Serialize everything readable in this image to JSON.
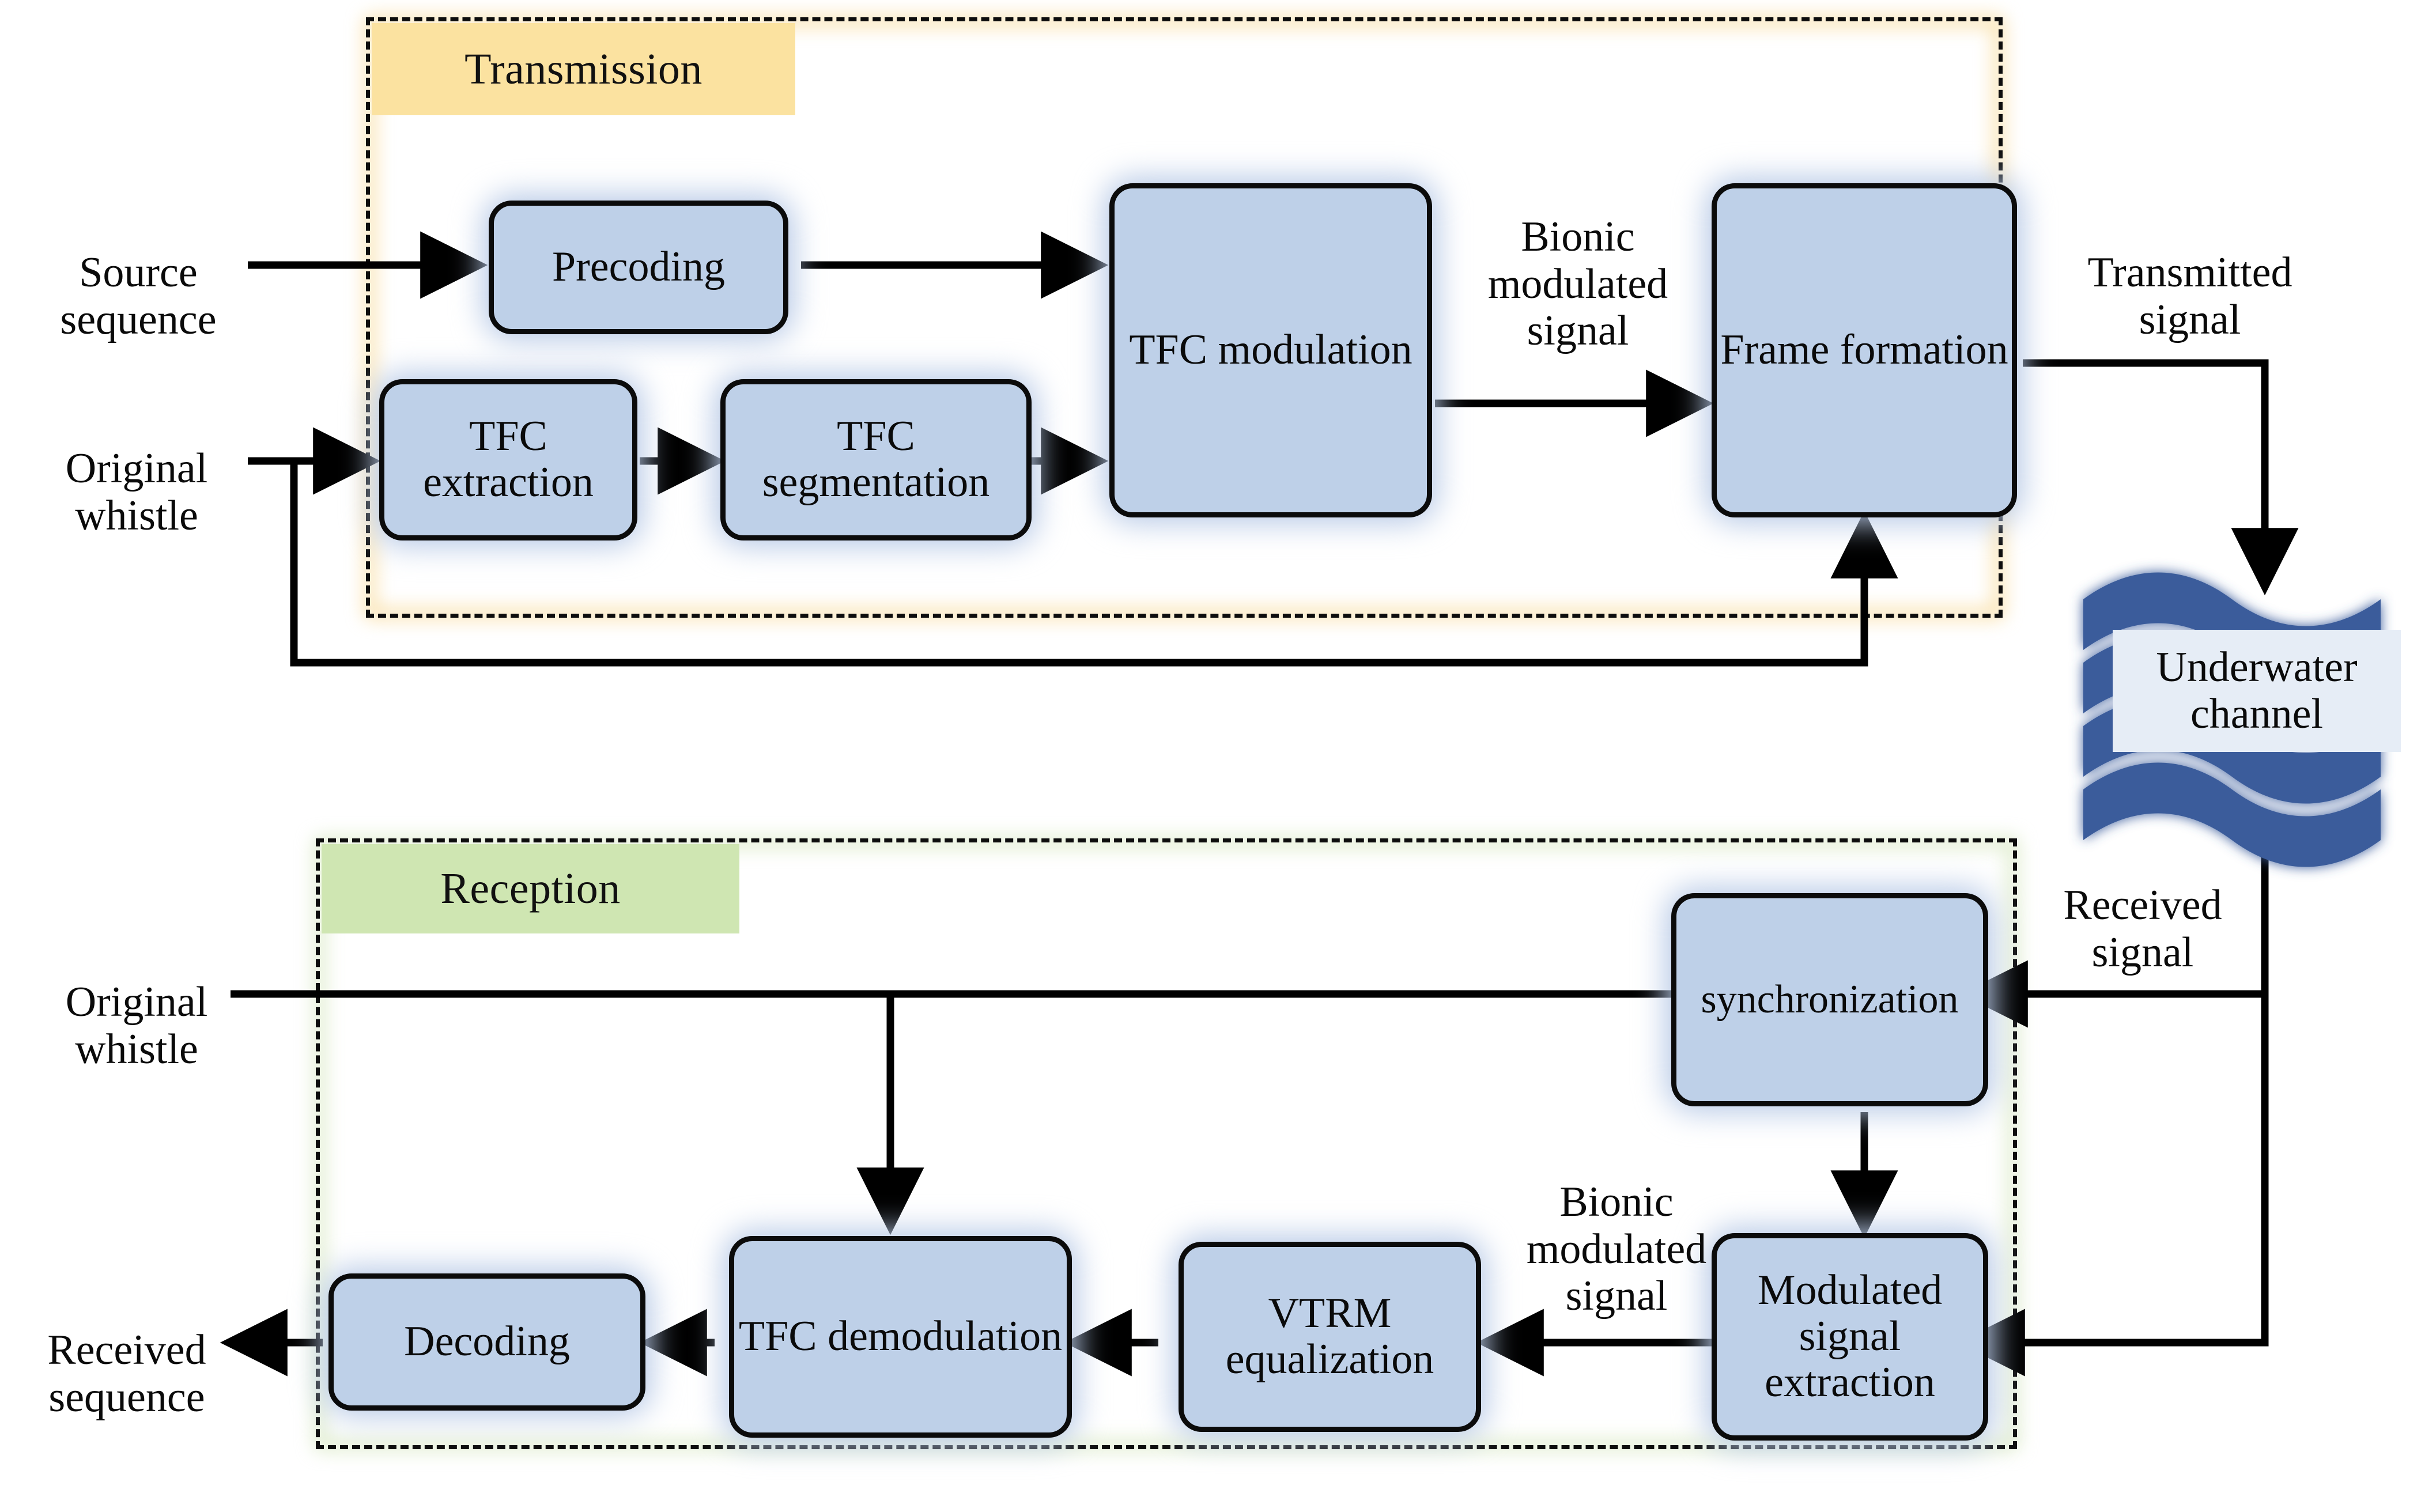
{
  "diagram": {
    "title": "Bionic underwater acoustic communication system block diagram",
    "colors": {
      "block_fill": "#bed0e8",
      "block_stroke": "#0b0b0b",
      "transmission_banner": "#fbe2a0",
      "transmission_border": "#f7d488",
      "reception_banner": "#cfe6b2",
      "reception_border": "#cfe3b4",
      "channel_wave": "#3a5c9b",
      "channel_caption_bg": "#e6edf6",
      "arrow": "#000000"
    },
    "sections": [
      {
        "id": "transmission",
        "label": "Transmission"
      },
      {
        "id": "reception",
        "label": "Reception"
      }
    ],
    "transmission": {
      "banner_label": "Transmission",
      "blocks": [
        {
          "id": "precoding",
          "label": "Precoding"
        },
        {
          "id": "tfc-extraction",
          "label": "TFC\nextraction"
        },
        {
          "id": "tfc-segmentation",
          "label": "TFC\nsegmentation"
        },
        {
          "id": "tfc-modulation",
          "label": "TFC\nmodulation"
        },
        {
          "id": "frame-formation",
          "label": "Frame\nformation"
        }
      ],
      "labels": [
        {
          "id": "source-sequence",
          "text": "Source\nsequence"
        },
        {
          "id": "original-whistle-tx",
          "text": "Original\nwhistle"
        },
        {
          "id": "bionic-modulated-signal-tx",
          "text": "Bionic\nmodulated\nsignal"
        },
        {
          "id": "transmitted-signal",
          "text": "Transmitted\nsignal"
        }
      ]
    },
    "channel": {
      "label": "Underwater\nchannel",
      "received_signal_label": "Received\nsignal"
    },
    "reception": {
      "banner_label": "Reception",
      "blocks": [
        {
          "id": "synchronization",
          "label": "synchronization"
        },
        {
          "id": "modulated-signal-extraction",
          "label": "Modulated\nsignal\nextraction"
        },
        {
          "id": "vtrm-equalization",
          "label": "VTRM\nequalization"
        },
        {
          "id": "tfc-demodulation",
          "label": "TFC\ndemodulation"
        },
        {
          "id": "decoding",
          "label": "Decoding"
        }
      ],
      "labels": [
        {
          "id": "original-whistle-rx",
          "text": "Original\nwhistle"
        },
        {
          "id": "received-sequence",
          "text": "Received\nsequence"
        },
        {
          "id": "bionic-modulated-signal-rx",
          "text": "Bionic\nmodulated\nsignal"
        }
      ]
    },
    "connections": [
      {
        "from": "source-sequence",
        "to": "precoding"
      },
      {
        "from": "precoding",
        "to": "tfc-modulation"
      },
      {
        "from": "original-whistle-tx",
        "to": "tfc-extraction"
      },
      {
        "from": "tfc-extraction",
        "to": "tfc-segmentation"
      },
      {
        "from": "tfc-segmentation",
        "to": "tfc-modulation"
      },
      {
        "from": "tfc-modulation",
        "to": "frame-formation",
        "label": "Bionic modulated signal"
      },
      {
        "from": "original-whistle-tx",
        "to": "frame-formation"
      },
      {
        "from": "frame-formation",
        "to": "channel",
        "label": "Transmitted signal"
      },
      {
        "from": "channel",
        "to": "synchronization",
        "label": "Received signal"
      },
      {
        "from": "channel",
        "to": "modulated-signal-extraction"
      },
      {
        "from": "synchronization",
        "to": "modulated-signal-extraction"
      },
      {
        "from": "modulated-signal-extraction",
        "to": "vtrm-equalization",
        "label": "Bionic modulated signal"
      },
      {
        "from": "vtrm-equalization",
        "to": "tfc-demodulation"
      },
      {
        "from": "original-whistle-rx",
        "to": "tfc-demodulation"
      },
      {
        "from": "tfc-demodulation",
        "to": "decoding"
      },
      {
        "from": "decoding",
        "to": "received-sequence"
      }
    ]
  }
}
